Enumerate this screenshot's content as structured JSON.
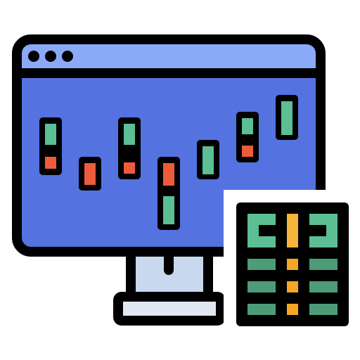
{
  "icon": {
    "name": "trading-monitor-calculator-icon",
    "colors": {
      "outline": "#000000",
      "titlebar": "#8aaaf7",
      "screen": "#5472e0",
      "stand": "#c7d8ef",
      "base": "#e2e8f2",
      "up": "#5bbf93",
      "down": "#ee5b3b",
      "highlight": "#f5b53a",
      "keys": "#4c9c78"
    },
    "candles": [
      {
        "kind": "up-top-down-bottom"
      },
      {
        "kind": "down"
      },
      {
        "kind": "up-top-down-bottom"
      },
      {
        "kind": "down-top-up-bottom"
      },
      {
        "kind": "up"
      },
      {
        "kind": "up-top-down-bottom"
      },
      {
        "kind": "up"
      }
    ]
  }
}
